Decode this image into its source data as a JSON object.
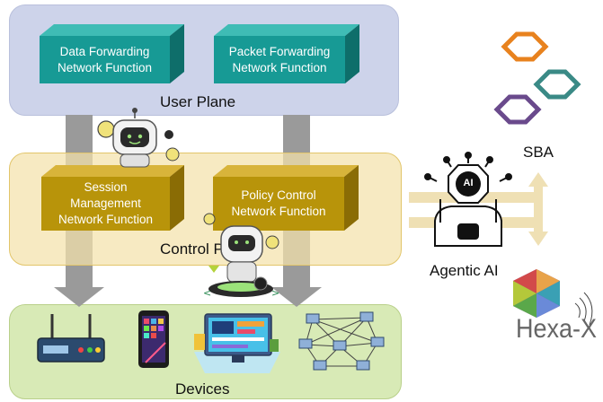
{
  "user_plane": {
    "label": "User Plane",
    "functions": [
      {
        "line1": "Data Forwarding",
        "line2": "Network Function"
      },
      {
        "line1": "Packet Forwarding",
        "line2": "Network Function"
      }
    ]
  },
  "control_plane": {
    "label": "Control Plane",
    "functions": [
      {
        "line1": "Session",
        "line2": "Management",
        "line3": "Network Function"
      },
      {
        "line1": "Policy Control",
        "line2": "Network Function"
      }
    ]
  },
  "devices": {
    "label": "Devices",
    "items": [
      "router-icon",
      "smartphone-icon",
      "computer-icon",
      "network-mesh-icon"
    ]
  },
  "sba": {
    "label": "SBA"
  },
  "agent": {
    "label": "Agentic AI",
    "badge": "AI"
  },
  "hexa_x": {
    "label": "Hexa-X"
  },
  "colors": {
    "user_plane_bg": "#cdd3ea",
    "control_plane_bg": "#f4e2aa",
    "devices_bg": "#d8eab6",
    "user_function": "#179a95",
    "control_function": "#b8940a",
    "arrow": "#9a9a9a",
    "sba_orange": "#e8821e",
    "sba_teal": "#3a8a86",
    "sba_purple": "#6a4a8c"
  }
}
